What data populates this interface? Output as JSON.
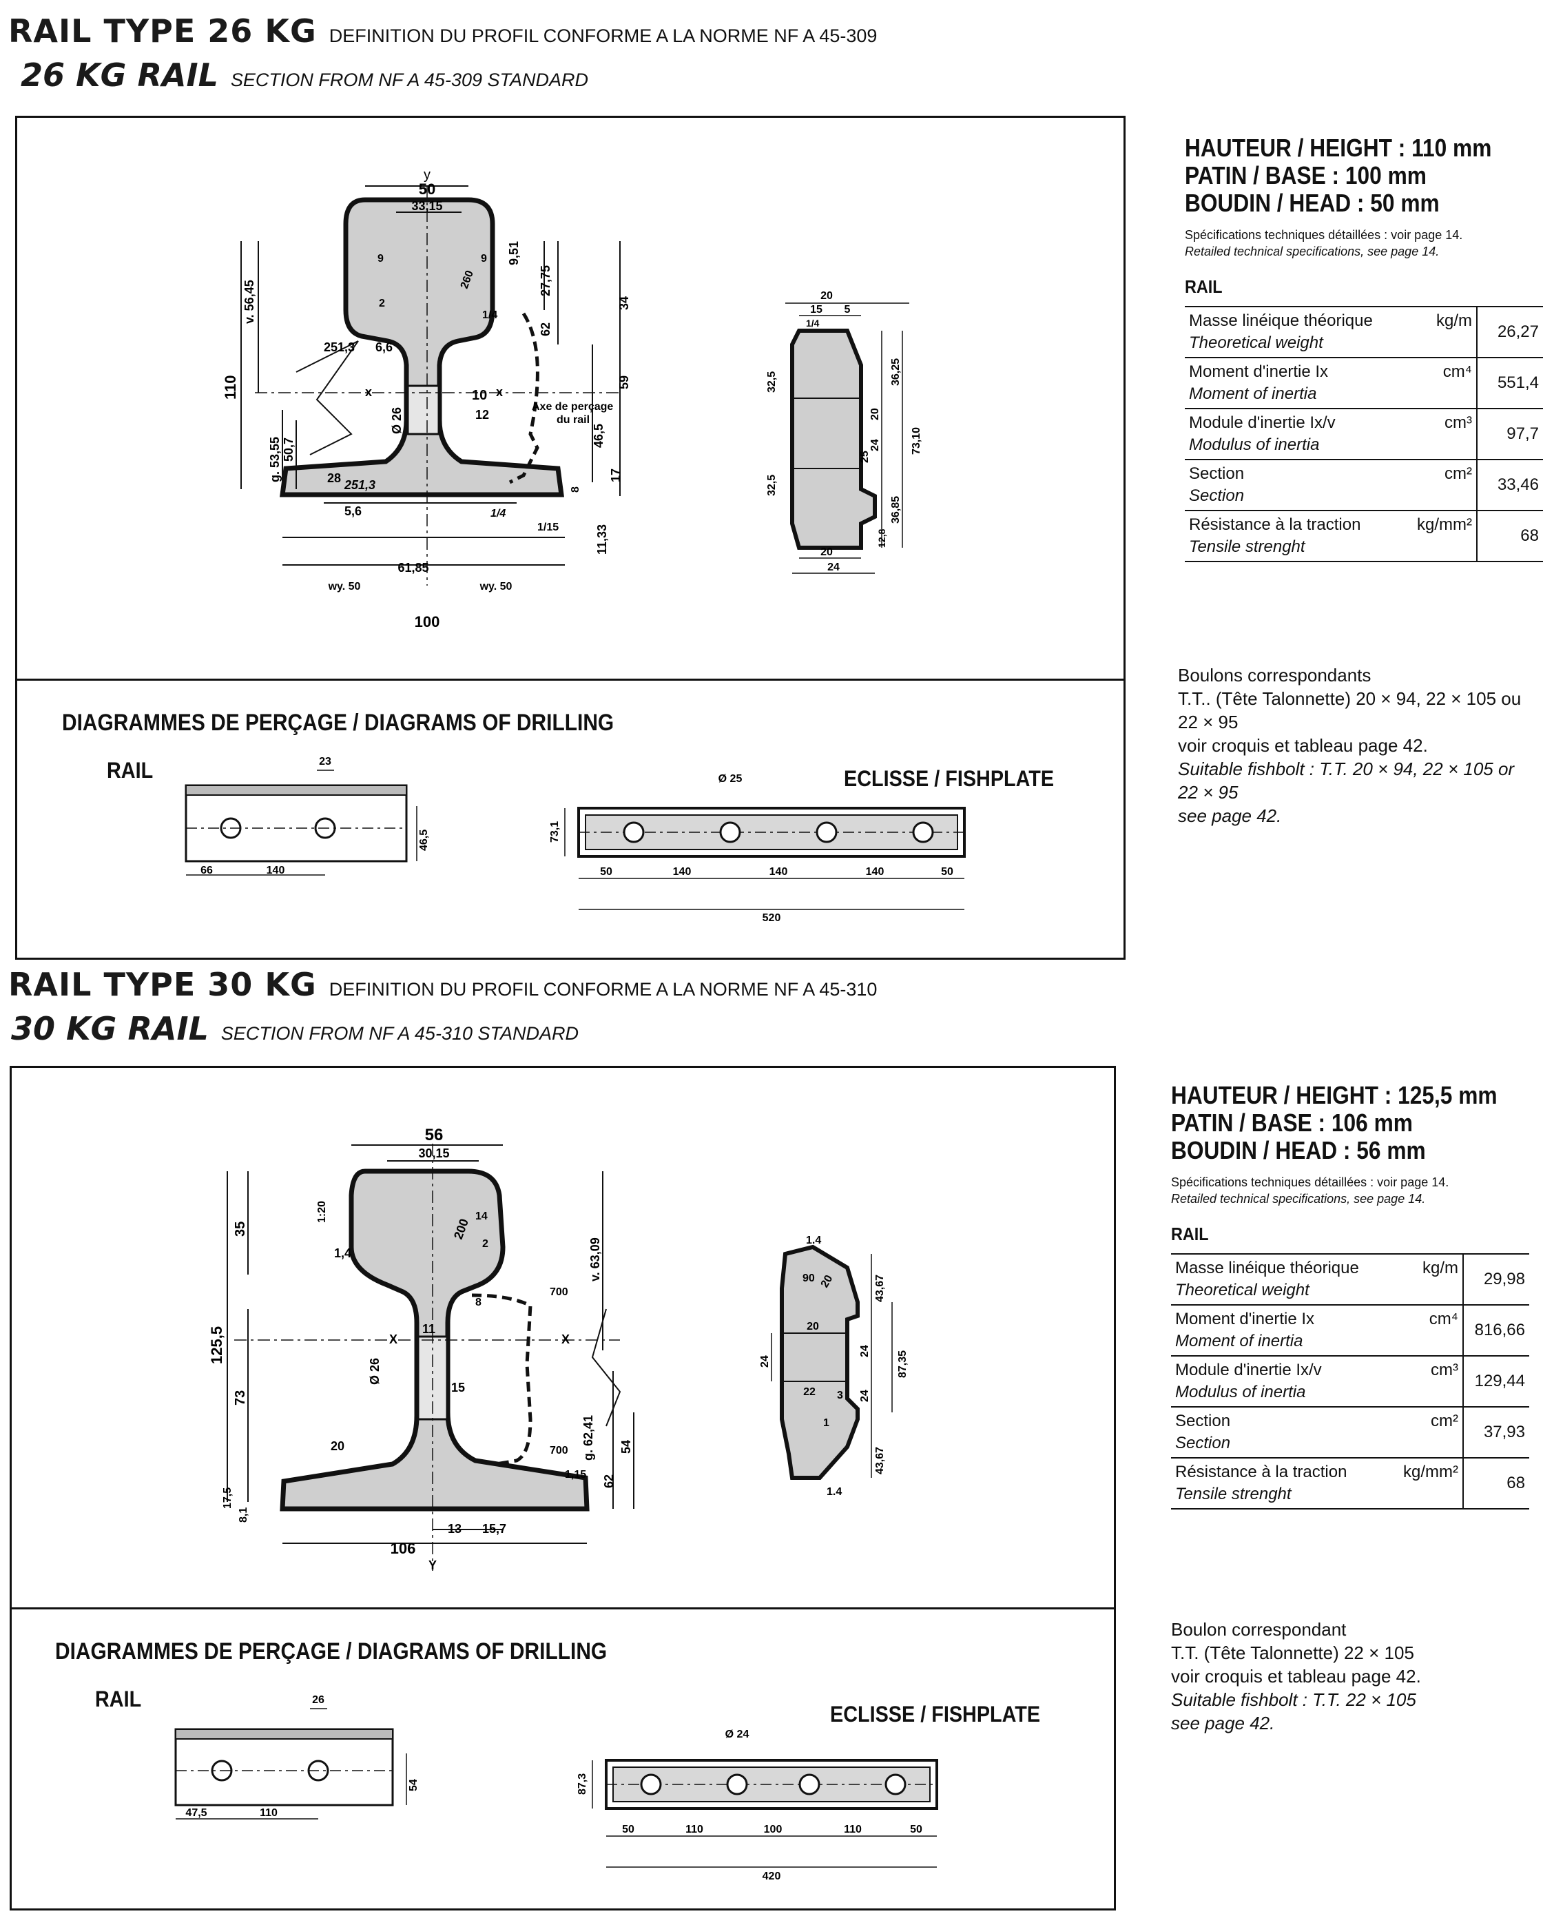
{
  "rails": [
    {
      "title_big": "RAIL TYPE 26 KG",
      "title_fr": "DEFINITION DU PROFIL CONFORME A LA NORME NF A 45-309",
      "title_big_en": "26 KG RAIL",
      "title_en": "SECTION FROM NF A 45-309 STANDARD",
      "height": "HAUTEUR / HEIGHT : 110 mm",
      "base": "PATIN / BASE : 100 mm",
      "head": "BOUDIN / HEAD : 50 mm",
      "note_fr": "Spécifications techniques détaillées : voir page 14.",
      "note_en": "Retailed technical specifications, see page 14.",
      "rail_label": "RAIL",
      "properties": [
        {
          "fr": "Masse linéique théorique",
          "en": "Theoretical weight",
          "unit": "kg/m",
          "value": "26,27"
        },
        {
          "fr": "Moment d'inertie Ix",
          "en": "Moment of inertia",
          "unit": "cm⁴",
          "value": "551,4"
        },
        {
          "fr": "Module d'inertie Ix/v",
          "en": "Modulus of inertia",
          "unit": "cm³",
          "value": "97,7"
        },
        {
          "fr": "Section",
          "en": "Section",
          "unit": "cm²",
          "value": "33,46"
        },
        {
          "fr": "Résistance à la traction",
          "en": "Tensile strenght",
          "unit": "kg/mm²",
          "value": "68"
        }
      ],
      "bolts_fr_1": "Boulons correspondants",
      "bolts_fr_2": "T.T.. (Tête Talonnette) 20 × 94, 22 × 105 ou",
      "bolts_fr_3": "22 × 95",
      "bolts_fr_4": "voir croquis et tableau page 42.",
      "bolts_en_1": "Suitable fishbolt : T.T. 20 × 94, 22 × 105 or",
      "bolts_en_2": "22 × 95",
      "bolts_en_3": "see page 42.",
      "drilling_title": "DIAGRAMMES DE PERÇAGE / DIAGRAMS OF DRILLING",
      "drill_rail": "RAIL",
      "drill_fishplate": "ECLISSE / FISHPLATE",
      "profile_dims": {
        "top_width": "50",
        "head_inner": "33,15",
        "height": "110",
        "v": "v. 56,45",
        "g": "g. 53,55",
        "dim_50_7": "50,7",
        "r_251_3": "251,3",
        "dim_6_6": "6,6",
        "dim_26": "Ø 26",
        "dim_10": "10",
        "dim_12": "12",
        "dim_28": "28",
        "dim_5_6": "5,6",
        "base": "100",
        "bottom": "61,85",
        "wy_l": "wy. 50",
        "wy_r": "wy. 50",
        "dim_9_51": "9,51",
        "dim_27_75": "27,75",
        "dim_34": "34",
        "dim_62": "62",
        "dim_59": "59",
        "dim_46_5": "46,5",
        "dim_17": "17",
        "dim_8": "8",
        "dim_11_33": "11,33",
        "slope": "1/4",
        "slope2": "1/15",
        "r_260": "260",
        "r_9": "9",
        "r_2": "2",
        "axis": "Axe de perçage",
        "axis2": "du rail",
        "x": "x",
        "y": "y"
      },
      "fish_dims": {
        "w": "20",
        "a": "15",
        "b": "5",
        "h1": "32,5",
        "h2": "32,5",
        "h3": "36,25",
        "h4": "73,10",
        "h5": "20",
        "h6": "24",
        "h7": "25",
        "h8": "36,85",
        "h9": "12,8",
        "bw": "20",
        "bw2": "24",
        "s": "1/4"
      },
      "rail_drill": {
        "hole": "23",
        "d1": "66",
        "d2": "140",
        "h": "46,5"
      },
      "fish_drill": {
        "hole": "Ø 25",
        "h": "73,1",
        "d1": "50",
        "d2": "140",
        "d3": "140",
        "d4": "140",
        "d5": "50",
        "total": "520"
      }
    },
    {
      "title_big": "RAIL TYPE 30 KG",
      "title_fr": "DEFINITION DU PROFIL CONFORME A LA NORME NF A 45-310",
      "title_big_en": "30 KG RAIL",
      "title_en": "SECTION FROM NF A 45-310 STANDARD",
      "height": "HAUTEUR / HEIGHT : 125,5 mm",
      "base": "PATIN / BASE : 106 mm",
      "head": "BOUDIN / HEAD : 56 mm",
      "note_fr": "Spécifications techniques détaillées : voir page 14.",
      "note_en": "Retailed technical specifications, see page 14.",
      "rail_label": "RAIL",
      "properties": [
        {
          "fr": "Masse linéique théorique",
          "en": "Theoretical weight",
          "unit": "kg/m",
          "value": "29,98"
        },
        {
          "fr": "Moment d'inertie Ix",
          "en": "Moment of inertia",
          "unit": "cm⁴",
          "value": "816,66"
        },
        {
          "fr": "Module d'inertie Ix/v",
          "en": "Modulus of inertia",
          "unit": "cm³",
          "value": "129,44"
        },
        {
          "fr": "Section",
          "en": "Section",
          "unit": "cm²",
          "value": "37,93"
        },
        {
          "fr": "Résistance à la traction",
          "en": "Tensile strenght",
          "unit": "kg/mm²",
          "value": "68"
        }
      ],
      "bolts_fr_1": "Boulon correspondant",
      "bolts_fr_2": "T.T. (Tête Talonnette) 22 × 105",
      "bolts_fr_3": "voir croquis et tableau page 42.",
      "bolts_en_1": "Suitable fishbolt : T.T. 22 × 105",
      "bolts_en_2": "see page 42.",
      "drilling_title": "DIAGRAMMES DE PERÇAGE / DIAGRAMS OF DRILLING",
      "drill_rail": "RAIL",
      "drill_fishplate": "ECLISSE / FISHPLATE",
      "profile_dims": {
        "top_width": "56",
        "head_inner": "30,15",
        "height": "125,5",
        "dim_35": "35",
        "dim_73": "73",
        "slope": "1:20",
        "dim_1_4": "1,4",
        "dim_26": "Ø 26",
        "dim_11": "11",
        "dim_15": "15",
        "dim_20": "20",
        "dim_17_5": "17,5",
        "dim_8_1": "8,1",
        "base": "106",
        "dim_13": "13",
        "dim_15_7": "15,7",
        "r_200": "200",
        "r_14": "14",
        "r_2": "2",
        "r_700": "700",
        "r_700b": "700",
        "v": "v. 63,09",
        "g": "g. 62,41",
        "dim_54": "54",
        "dim_62": "62",
        "dim_1_15": "1,15",
        "dim_8": "8",
        "x": "X",
        "y": "Y"
      },
      "fish_dims": {
        "s": "1.4",
        "r1": "90",
        "r2": "20",
        "w": "20",
        "h1": "43,67",
        "h2": "24",
        "h3": "24",
        "h4": "87,35",
        "h5": "43,67",
        "bw": "22",
        "l": "24",
        "n3": "3",
        "n1": "1",
        "s2": "1.4"
      },
      "rail_drill": {
        "hole": "26",
        "d1": "47,5",
        "d2": "110",
        "h": "54"
      },
      "fish_drill": {
        "hole": "Ø 24",
        "h": "87,3",
        "d1": "50",
        "d2": "110",
        "d3": "100",
        "d4": "110",
        "d5": "50",
        "total": "420"
      }
    }
  ]
}
